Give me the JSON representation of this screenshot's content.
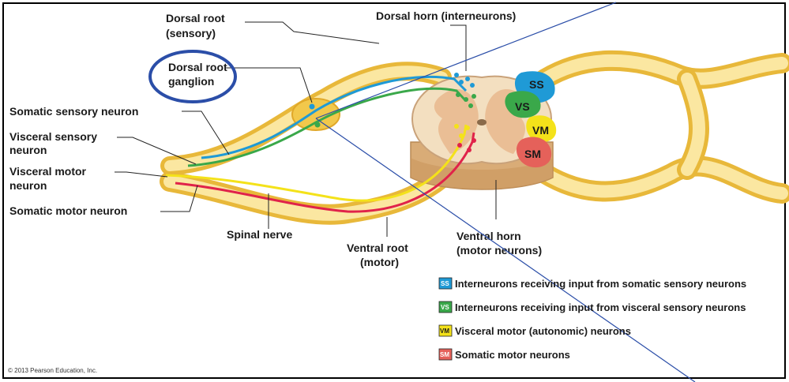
{
  "labels": {
    "dorsal_root_1": "Dorsal root",
    "dorsal_root_2": "(sensory)",
    "dorsal_horn": "Dorsal horn (interneurons)",
    "ganglion_1": "Dorsal root",
    "ganglion_2": "ganglion",
    "somatic_sensory": "Somatic sensory neuron",
    "visceral_sensory_1": "Visceral sensory",
    "visceral_sensory_2": "neuron",
    "visceral_motor_1": "Visceral motor",
    "visceral_motor_2": "neuron",
    "somatic_motor": "Somatic motor neuron",
    "spinal_nerve": "Spinal nerve",
    "ventral_root_1": "Ventral root",
    "ventral_root_2": "(motor)",
    "ventral_horn_1": "Ventral horn",
    "ventral_horn_2": "(motor neurons)"
  },
  "zones": {
    "ss": "SS",
    "vs": "VS",
    "vm": "VM",
    "sm": "SM"
  },
  "legend": [
    {
      "code": "SS",
      "text": "Interneurons receiving input from somatic sensory neurons",
      "color": "#1f9ad6"
    },
    {
      "code": "VS",
      "text": "Interneurons receiving input from visceral sensory neurons",
      "color": "#3aa84a"
    },
    {
      "code": "VM",
      "text": "Visceral motor (autonomic) neurons",
      "color": "#f4e21a"
    },
    {
      "code": "SM",
      "text": "Somatic motor neurons",
      "color": "#e5615a"
    }
  ],
  "copyright": "© 2013 Pearson Education, Inc.",
  "colors": {
    "nerve": "#f2c84b",
    "nerve_light": "#fbe7a1",
    "cord": "#f3dfc0",
    "gray_matter": "#e7b98d",
    "somatic_sensory": "#1f9ad6",
    "visceral_sensory": "#3aa84a",
    "visceral_motor": "#f4e21a",
    "somatic_motor": "#e0234a",
    "annotation": "#2b4ea8"
  }
}
